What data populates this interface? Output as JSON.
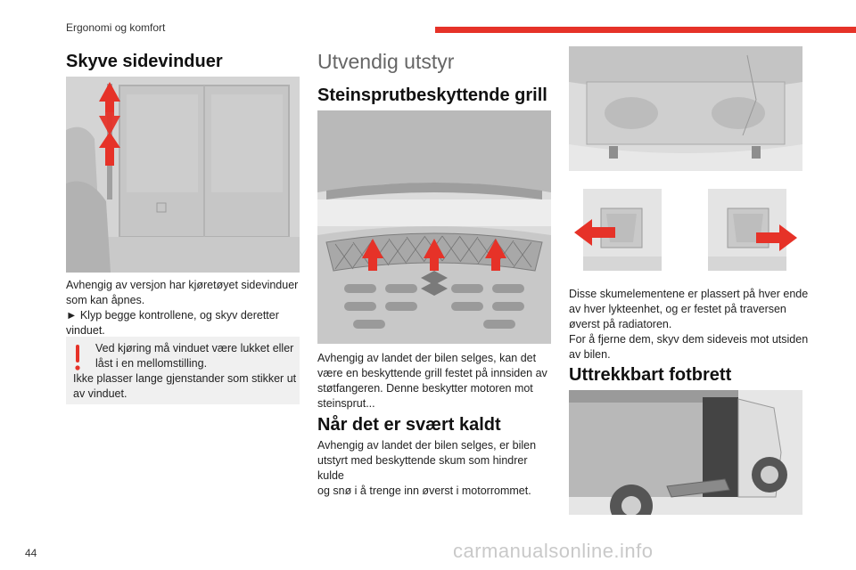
{
  "header": {
    "section": "Ergonomi og komfort"
  },
  "page_number": "44",
  "watermark": "carmanualsonline.info",
  "col1": {
    "title": "Skyve sidevinduer",
    "lines": [
      "Avhengig av versjon har kjøretøyet sidevinduer",
      "som kan åpnes.",
      "► Klyp begge kontrollene, og skyv deretter",
      "vinduet."
    ],
    "warning": {
      "lines": [
        "Ved kjøring må vinduet være lukket eller",
        "låst i en mellomstilling.",
        "Ikke plasser lange gjenstander som stikker ut",
        "av vinduet."
      ]
    }
  },
  "col2": {
    "chapter_title": "Utvendig utstyr",
    "grill_title": "Steinsprutbeskyttende grill",
    "grill_lines": [
      "Avhengig av landet der bilen selges, kan det",
      "være en beskyttende grill festet på innsiden av",
      "støtfangeren. Denne beskytter motoren mot",
      "steinsprut..."
    ],
    "cold_title": "Når det er svært kaldt",
    "cold_lines": [
      "Avhengig av landet der bilen selges, er bilen",
      "utstyrt med beskyttende skum som hindrer kulde",
      "og snø i å trenge inn øverst i motorrommet."
    ]
  },
  "col3": {
    "foam_lines": [
      "Disse skumelementene er plassert på hver ende",
      "av hver lykteenhet, og er festet på traversen",
      "øverst på radiatoren.",
      "For å fjerne dem, skyv dem sideveis mot utsiden",
      "av bilen."
    ],
    "step_title": "Uttrekkbart fotbrett"
  }
}
